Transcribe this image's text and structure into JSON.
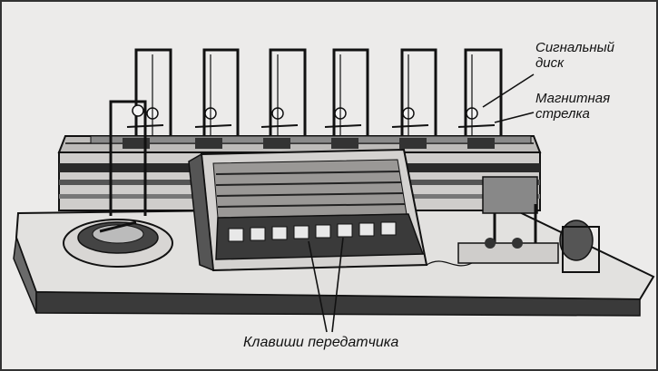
{
  "labels": {
    "signal_disc": [
      "Сигнальный",
      "диск"
    ],
    "magnetic_needle": [
      "Магнитная",
      "стрелка"
    ],
    "transmitter_keys": "Клавиши передатчика"
  },
  "colors": {
    "background": "#ecebea",
    "ink": "#111111",
    "shade": "#2a2a2a",
    "light": "#d6d4d2"
  }
}
